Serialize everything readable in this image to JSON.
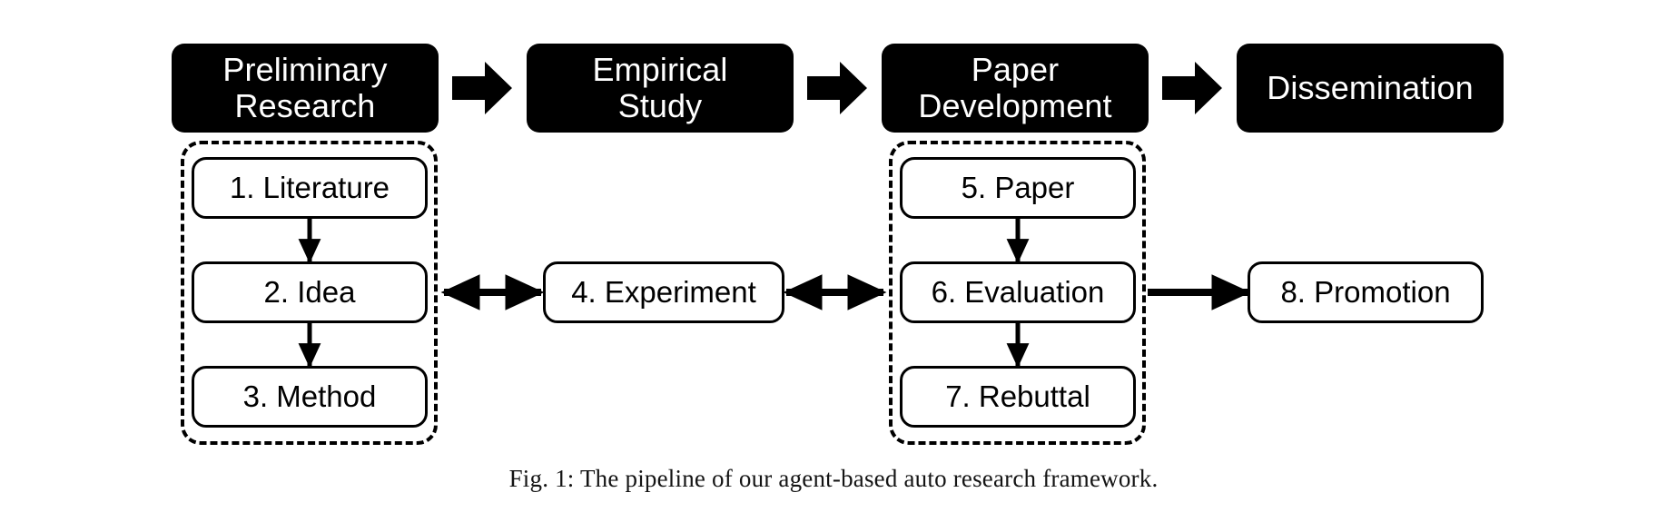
{
  "figure": {
    "caption": "Fig. 1: The pipeline of our agent-based auto research framework.",
    "colors": {
      "background": "#ffffff",
      "phase_fill": "#000000",
      "phase_text": "#ffffff",
      "step_fill": "#ffffff",
      "stroke": "#000000"
    }
  },
  "phases": [
    {
      "label": "Preliminary\nResearch"
    },
    {
      "label": "Empirical\nStudy"
    },
    {
      "label": "Paper\nDevelopment"
    },
    {
      "label": "Dissemination"
    }
  ],
  "chevrons": [
    {
      "name": "chevron-right-icon-1"
    },
    {
      "name": "chevron-right-icon-2"
    },
    {
      "name": "chevron-right-icon-3"
    }
  ],
  "groups": [
    {
      "name": "preliminary-research-group"
    },
    {
      "name": "paper-development-group"
    }
  ],
  "steps": [
    {
      "id": 1,
      "label": "1. Literature"
    },
    {
      "id": 2,
      "label": "2. Idea"
    },
    {
      "id": 3,
      "label": "3. Method"
    },
    {
      "id": 4,
      "label": "4. Experiment"
    },
    {
      "id": 5,
      "label": "5. Paper"
    },
    {
      "id": 6,
      "label": "6. Evaluation"
    },
    {
      "id": 7,
      "label": "7. Rebuttal"
    },
    {
      "id": 8,
      "label": "8. Promotion"
    }
  ],
  "connectors": [
    {
      "from": "1. Literature",
      "to": "2. Idea",
      "direction": "down",
      "heads": 1
    },
    {
      "from": "2. Idea",
      "to": "3. Method",
      "direction": "down",
      "heads": 1
    },
    {
      "from": "5. Paper",
      "to": "6. Evaluation",
      "direction": "down",
      "heads": 1
    },
    {
      "from": "6. Evaluation",
      "to": "7. Rebuttal",
      "direction": "down",
      "heads": 1
    },
    {
      "from": "preliminary-research-group",
      "to": "4. Experiment",
      "direction": "horizontal",
      "heads": 2
    },
    {
      "from": "4. Experiment",
      "to": "paper-development-group",
      "direction": "horizontal",
      "heads": 2
    },
    {
      "from": "6. Evaluation",
      "to": "8. Promotion",
      "direction": "right",
      "heads": 1
    }
  ]
}
